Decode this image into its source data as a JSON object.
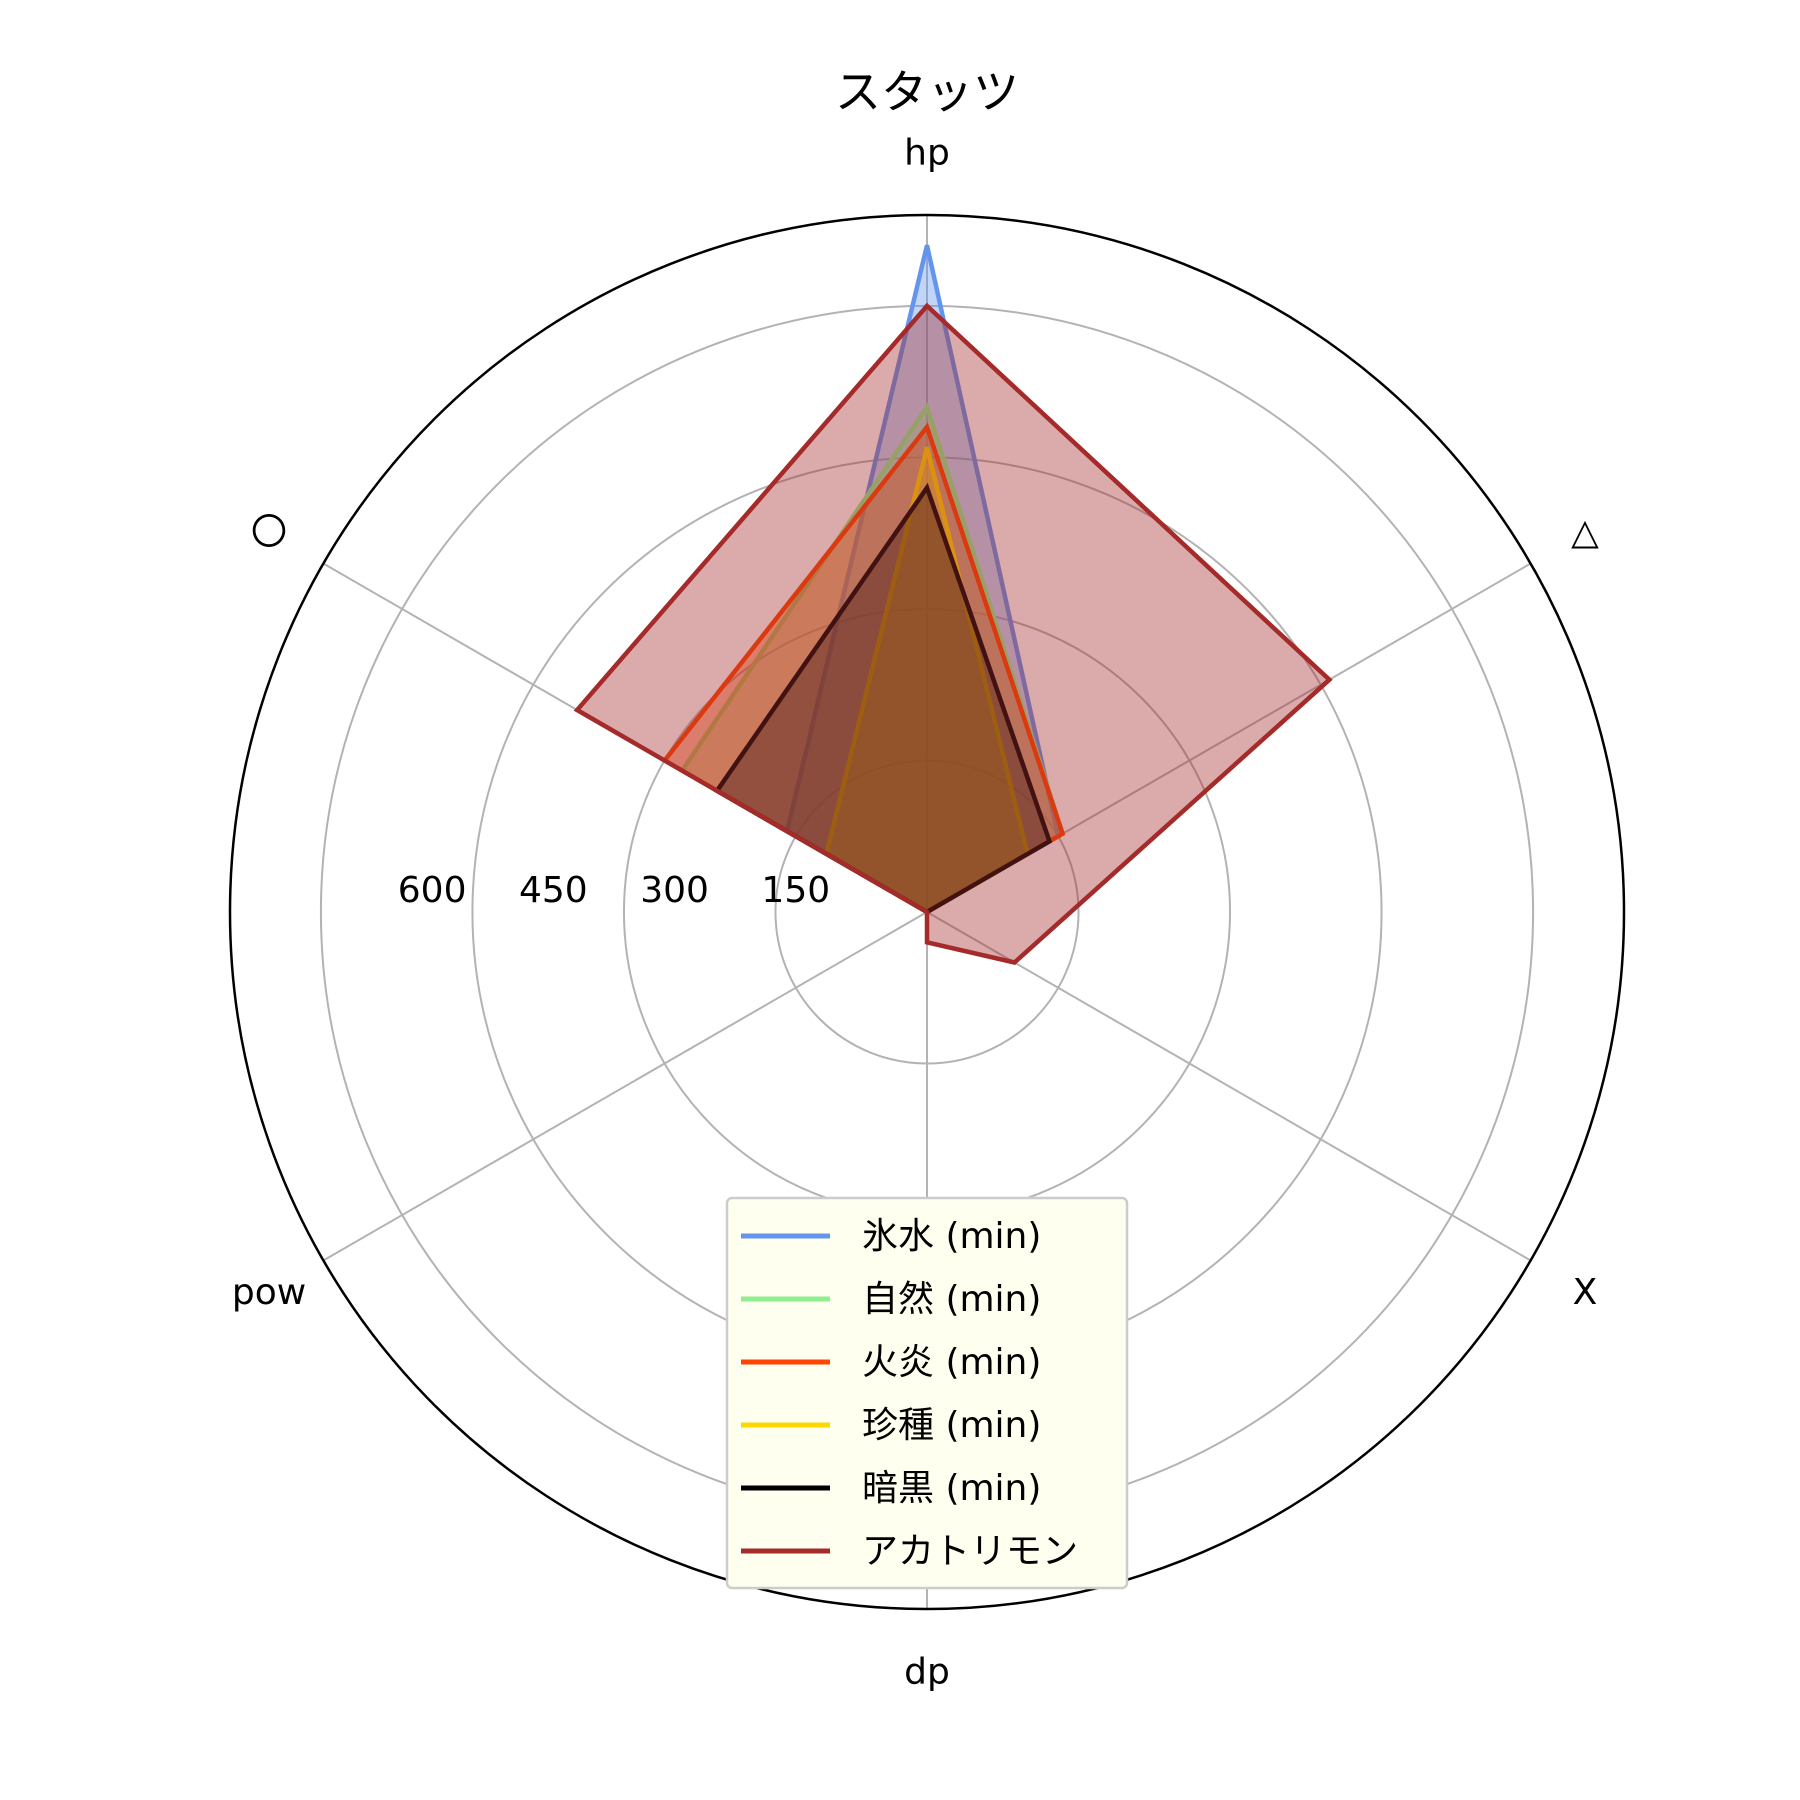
{
  "chart_data": {
    "type": "radar",
    "title": "スタッツ",
    "axes": [
      "hp",
      "△",
      "X",
      "dp",
      "pow",
      "〇"
    ],
    "radial_ticks": [
      150,
      300,
      450,
      600
    ],
    "rlim": [
      0,
      690
    ],
    "grid": true,
    "legend_position": "lower center",
    "series": [
      {
        "name": "氷水 (min)",
        "color": "#6495ED",
        "values": [
          660,
          150,
          0,
          0,
          0,
          160
        ],
        "fill": false
      },
      {
        "name": "自然 (min)",
        "color": "#90EE90",
        "values": [
          500,
          155,
          0,
          0,
          0,
          280
        ],
        "fill": false
      },
      {
        "name": "火炎 (min)",
        "color": "#FF4500",
        "values": [
          480,
          155,
          0,
          0,
          0,
          300
        ],
        "fill": false
      },
      {
        "name": "珍種 (min)",
        "color": "#FFD700",
        "values": [
          460,
          115,
          0,
          0,
          0,
          115
        ],
        "fill": false
      },
      {
        "name": "暗黒 (min)",
        "color": "#000000",
        "values": [
          420,
          140,
          0,
          0,
          0,
          240
        ],
        "fill": false
      },
      {
        "name": "アカトリモン",
        "color": "#A52A2A",
        "values": [
          600,
          460,
          100,
          30,
          0,
          400
        ],
        "fill": true
      }
    ]
  }
}
